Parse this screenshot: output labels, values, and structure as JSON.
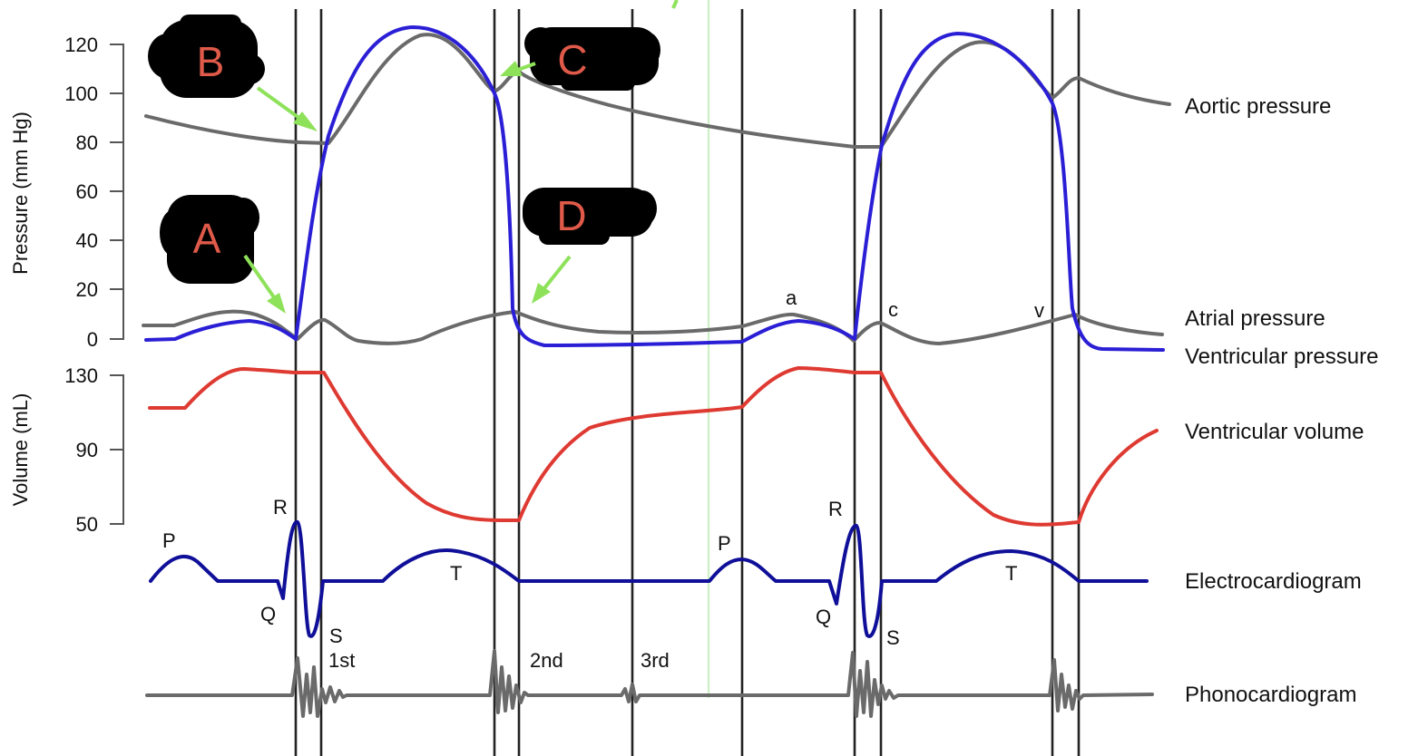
{
  "pressure_axis": {
    "title": "Pressure (mm Hg)",
    "ticks": [
      "120",
      "100",
      "80",
      "60",
      "40",
      "20",
      "0"
    ]
  },
  "volume_axis": {
    "title": "Volume (mL)",
    "ticks": [
      "130",
      "90",
      "50"
    ]
  },
  "traces": {
    "aortic": "Aortic pressure",
    "atrial": "Atrial pressure",
    "ventricular_pressure": "Ventricular pressure",
    "ventricular_volume": "Ventricular volume",
    "ecg": "Electrocardiogram",
    "phono": "Phonocardiogram"
  },
  "atrial_waves": {
    "a": "a",
    "c": "c",
    "v": "v"
  },
  "ecg_waves": {
    "cycle1": {
      "p": "P",
      "q": "Q",
      "r": "R",
      "s": "S",
      "t": "T"
    },
    "cycle2": {
      "p": "P",
      "q": "Q",
      "r": "R",
      "s": "S",
      "t": "T"
    }
  },
  "heart_sounds": {
    "first": "1st",
    "second": "2nd",
    "third": "3rd"
  },
  "markers": {
    "a": "A",
    "b": "B",
    "c": "C",
    "d": "D"
  },
  "colors": {
    "aortic": "#6a6a6a",
    "ventricular_pressure": "#2b1fd6",
    "ventricular_volume": "#de3a32",
    "ecg": "#0f0f99",
    "phono": "#6a6a6a",
    "arrow": "#8ee25a",
    "marker_text": "#e05a4a",
    "redaction": "#000000"
  }
}
